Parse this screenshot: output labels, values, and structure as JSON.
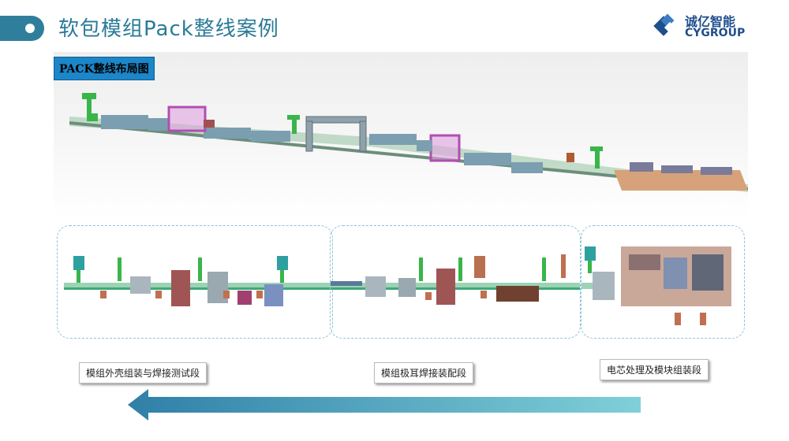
{
  "header": {
    "title": "软包模组Pack整线案例"
  },
  "logo": {
    "name_cn": "诚亿智能",
    "name_en": "CYGROUP"
  },
  "layout": {
    "label": "PACK整线布局图"
  },
  "sections": [
    {
      "caption": "模组外壳组装与焊接测试段"
    },
    {
      "caption": "模组极耳焊接装配段"
    },
    {
      "caption": "电芯处理及模块组装段"
    }
  ],
  "colors": {
    "title": "#2a7a98",
    "accent": "#2f7f9c",
    "label_bg": "#1c86c8",
    "arrow": "#5bb3c8"
  }
}
